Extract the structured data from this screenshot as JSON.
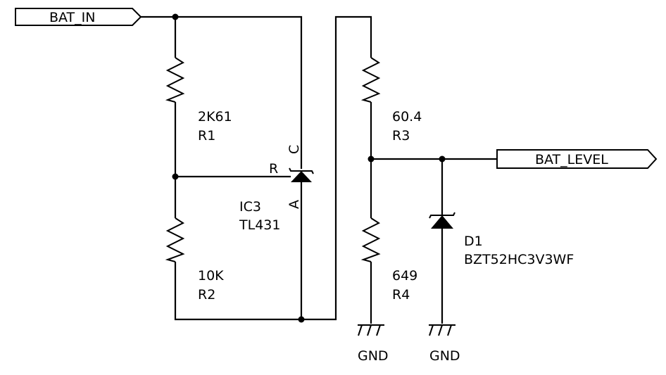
{
  "ports": {
    "bat_in": "BAT_IN",
    "bat_level": "BAT_LEVEL"
  },
  "components": {
    "r1": {
      "value": "2K61",
      "ref": "R1"
    },
    "r2": {
      "value": "10K",
      "ref": "R2"
    },
    "r3": {
      "value": "60.4",
      "ref": "R3"
    },
    "r4": {
      "value": "649",
      "ref": "R4"
    },
    "ic3": {
      "ref": "IC3",
      "part": "TL431",
      "pin_r": "R",
      "pin_c": "C",
      "pin_a": "A"
    },
    "d1": {
      "ref": "D1",
      "part": "BZT52HC3V3WF"
    }
  },
  "grounds": {
    "left": "GND",
    "right": "GND"
  }
}
